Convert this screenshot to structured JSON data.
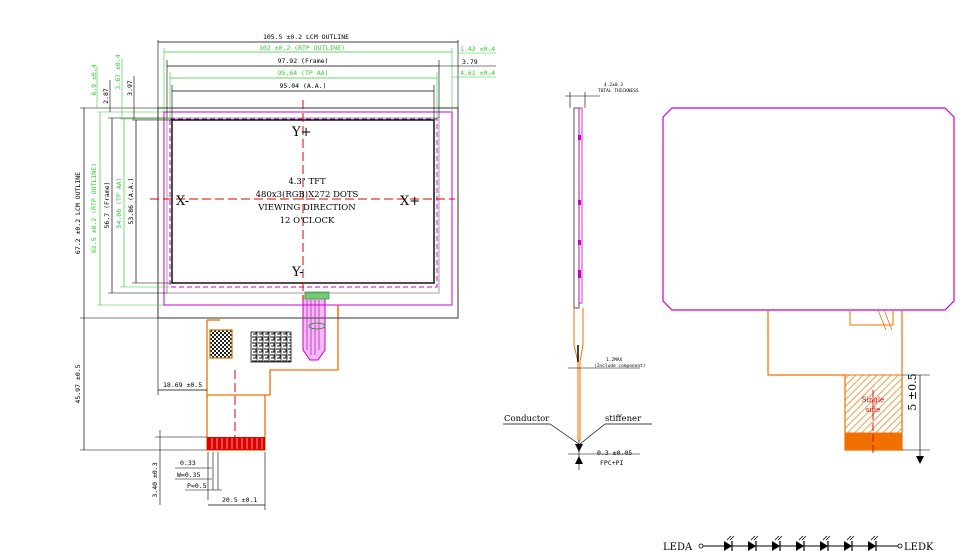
{
  "top_dims": {
    "lcm_outline": "105.5 ±0.2 LCM OUTLINE",
    "rtp_outline": "102 ±0.2 (RTP OUTLINE)",
    "frame": "97.92 (Frame)",
    "tp_aa": "95.64 (TP AA)",
    "aa": "95.04 (A.A.)",
    "right_1": "1.43 ±0.4",
    "right_2": "3.79",
    "right_3": "4.61 ±0.4"
  },
  "left_dims": {
    "v1": "6.9 ±0.4",
    "v2": "2.87",
    "v3": "3.67 ±0.4",
    "v4": "3.97",
    "lcm_h": "67.2 ±0.2 LCM OUTLINE",
    "rtp_h": "62.5 ±0.2 (RTP OUTLINE)",
    "frame_h": "56.7 (Frame)",
    "tp_aa_h": "54.06 (TP AA)",
    "aa_h": "53.86 (A.A.)",
    "fpc_h": "45.97 ±0.5"
  },
  "panel_text": {
    "line1": "4.3\" TFT",
    "line2": "480x3(RGB)X272 DOTS",
    "line3": "VIEWING DIRECTION",
    "line4": "12 O'CLOCK"
  },
  "axes": {
    "y_top": "Y+",
    "y_bottom": "Y-",
    "x_left": "X-",
    "x_right": "X+"
  },
  "bottom_dims": {
    "fpc_offset": "18.69 ±0.5",
    "d033": "0.33",
    "w": "W=0.35",
    "p": "P=0.5",
    "d340": "3.40 ±0.3",
    "d205": "20.5 ±0.1"
  },
  "side_view": {
    "thickness": "4.2±0.3",
    "thickness_note": "TOTAL THICKNESS",
    "fpc_thick": "1.2MAX",
    "fpc_note": "(Include component)",
    "conductor": "Conductor",
    "stiffener": "stiffener",
    "fpc_pi": "0.3 ±0.05",
    "fpc_pi_label": "FPC+PI"
  },
  "back_view": {
    "single_side_1": "Single",
    "single_side_2": "side",
    "dim": "5 ±0.5"
  },
  "led": {
    "leda": "LEDA",
    "ledk": "LEDK",
    "count": 7
  },
  "colors": {
    "black": "#000000",
    "green": "#33cc33",
    "magenta": "#cc00cc",
    "red": "#e00000",
    "orange": "#f07000",
    "orange_fill": "#f7a033"
  }
}
